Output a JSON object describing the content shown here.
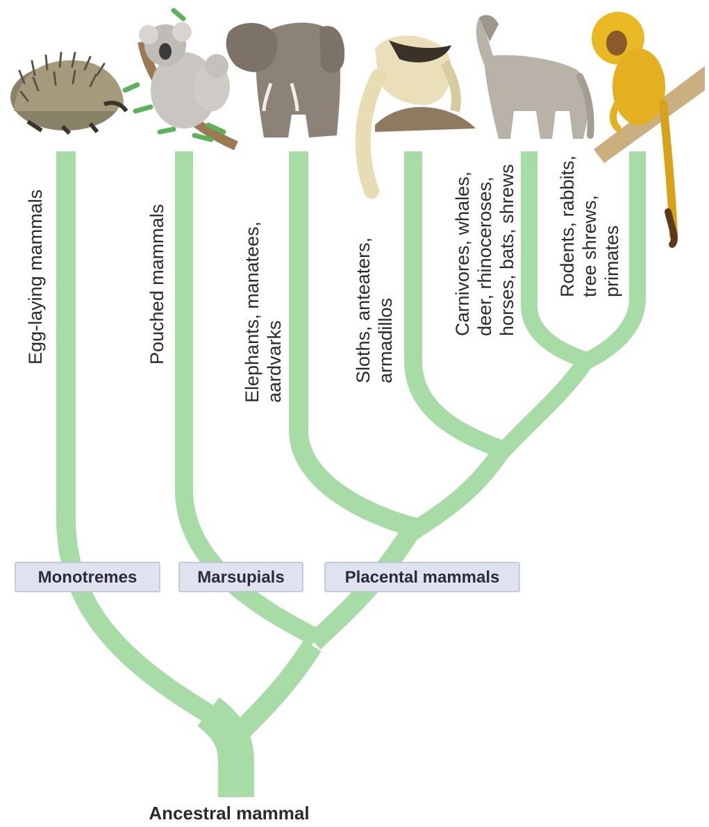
{
  "diagram": {
    "root_label": "Ancestral mammal",
    "groups": [
      {
        "label": "Monotremes"
      },
      {
        "label": "Marsupials"
      },
      {
        "label": "Placental mammals"
      }
    ],
    "leaves": [
      {
        "lines": [
          "Egg-laying mammals"
        ],
        "animal": "echidna"
      },
      {
        "lines": [
          "Pouched mammals"
        ],
        "animal": "koala"
      },
      {
        "lines": [
          "Elephants, manatees,",
          "aardvarks"
        ],
        "animal": "elephant"
      },
      {
        "lines": [
          "Sloths, anteaters,",
          "armadillos"
        ],
        "animal": "anteater"
      },
      {
        "lines": [
          "Carnivores, whales,",
          "deer, rhinoceroses,",
          "horses, bats, shrews"
        ],
        "animal": "wolf"
      },
      {
        "lines": [
          "Rodents, rabbits,",
          "tree shrews,",
          "primates"
        ],
        "animal": "golden-lion-tamarin"
      }
    ],
    "colors": {
      "branch": "#a8dca6",
      "label_box": "#dfe3ef"
    }
  }
}
